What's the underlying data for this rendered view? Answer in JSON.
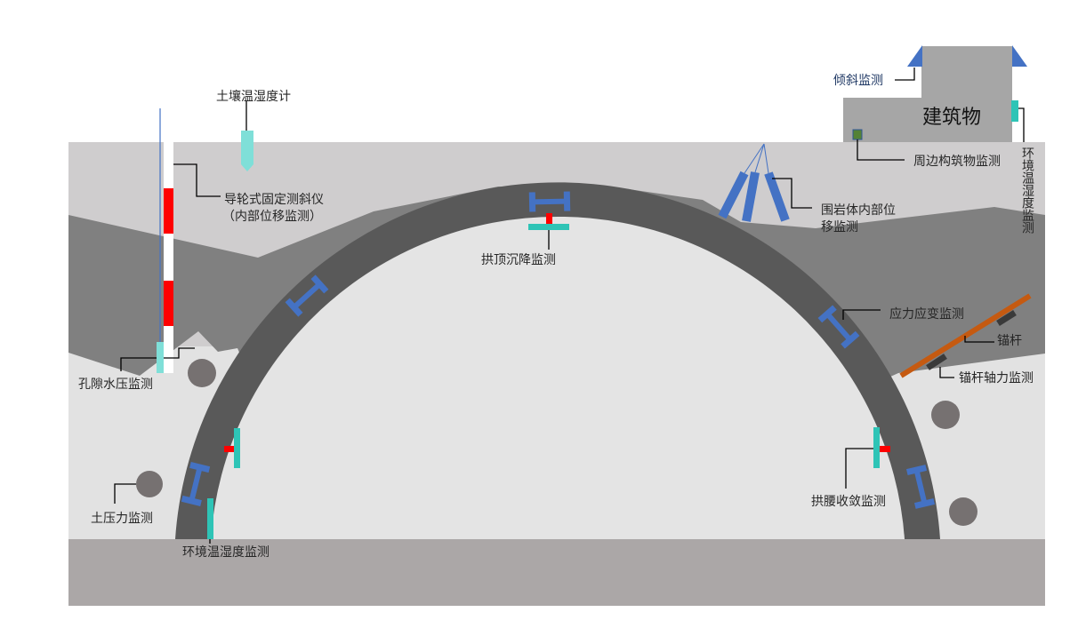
{
  "colors": {
    "surface_soil": "#cfcdce",
    "rock_layer": "#808080",
    "lower_ground": "#e4e4e4",
    "tunnel_lining": "#595959",
    "tunnel_interior": "#e4e4e4",
    "floor": "#aba7a7",
    "building": "#a6a6a6",
    "steel_arch": "#4472c4",
    "sensor_teal": "#2ec4b6",
    "soil_sensor": "#7fdfd8",
    "red": "#ff0000",
    "anchor": "#c55a11",
    "anchor_gauge": "#3a3a3a",
    "boulder": "#767171",
    "green_marker": "#548235"
  },
  "building": {
    "label": "建筑物"
  },
  "labels": {
    "soil_temp_humidity": "土壤温湿度计",
    "inclinometer_line1": "导轮式固定测斜仪",
    "inclinometer_line2": "（内部位移监测）",
    "pore_water_pressure": "孔隙水压监测",
    "earth_pressure": "土压力监测",
    "env_temp_humidity_left": "环境温湿度监测",
    "crown_settlement": "拱顶沉降监测",
    "rock_displacement_line1": "围岩体内部位",
    "rock_displacement_line2": "移监测",
    "surrounding_structure": "周边构筑物监测",
    "tilt": "倾斜监测",
    "env_temp_humidity_right": "环境温湿度监测",
    "stress_strain": "应力应变监测",
    "anchor_bolt": "锚杆",
    "anchor_axial_force": "锚杆轴力监测",
    "arch_convergence": "拱腰收敛监测"
  }
}
